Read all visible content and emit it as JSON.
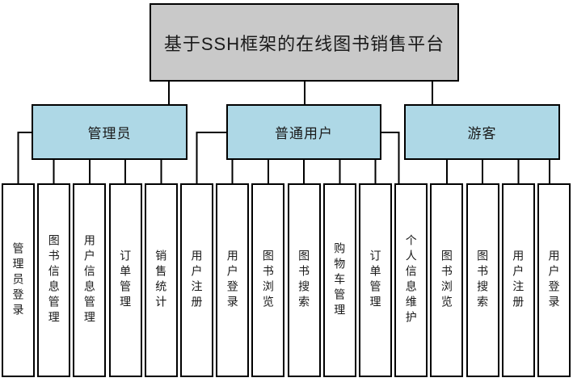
{
  "title": "基于SSH框架的在线图书销售平台",
  "groups": [
    {
      "id": "admin",
      "label": "管理员"
    },
    {
      "id": "user",
      "label": "普通用户"
    },
    {
      "id": "guest",
      "label": "游客"
    }
  ],
  "leaves": [
    {
      "group": "admin",
      "label": "管理员登录"
    },
    {
      "group": "admin",
      "label": "图书信息管理"
    },
    {
      "group": "admin",
      "label": "用户信息管理"
    },
    {
      "group": "admin",
      "label": "订单管理"
    },
    {
      "group": "admin",
      "label": "销售统计"
    },
    {
      "group": "user",
      "label": "用户注册"
    },
    {
      "group": "user",
      "label": "用户登录"
    },
    {
      "group": "user",
      "label": "图书浏览"
    },
    {
      "group": "user",
      "label": "图书搜索"
    },
    {
      "group": "user",
      "label": "购物车管理"
    },
    {
      "group": "user",
      "label": "订单管理"
    },
    {
      "group": "user",
      "label": "个人信息维护"
    },
    {
      "group": "guest",
      "label": "图书浏览"
    },
    {
      "group": "guest",
      "label": "图书搜索"
    },
    {
      "group": "guest",
      "label": "用户注册"
    },
    {
      "group": "guest",
      "label": "用户登录"
    }
  ],
  "colors": {
    "root-fill": "#c9c9c9",
    "group-fill": "#aed8e6",
    "leaf-fill": "#ffffff",
    "line": "#000000",
    "text": "#1a1a1a"
  }
}
